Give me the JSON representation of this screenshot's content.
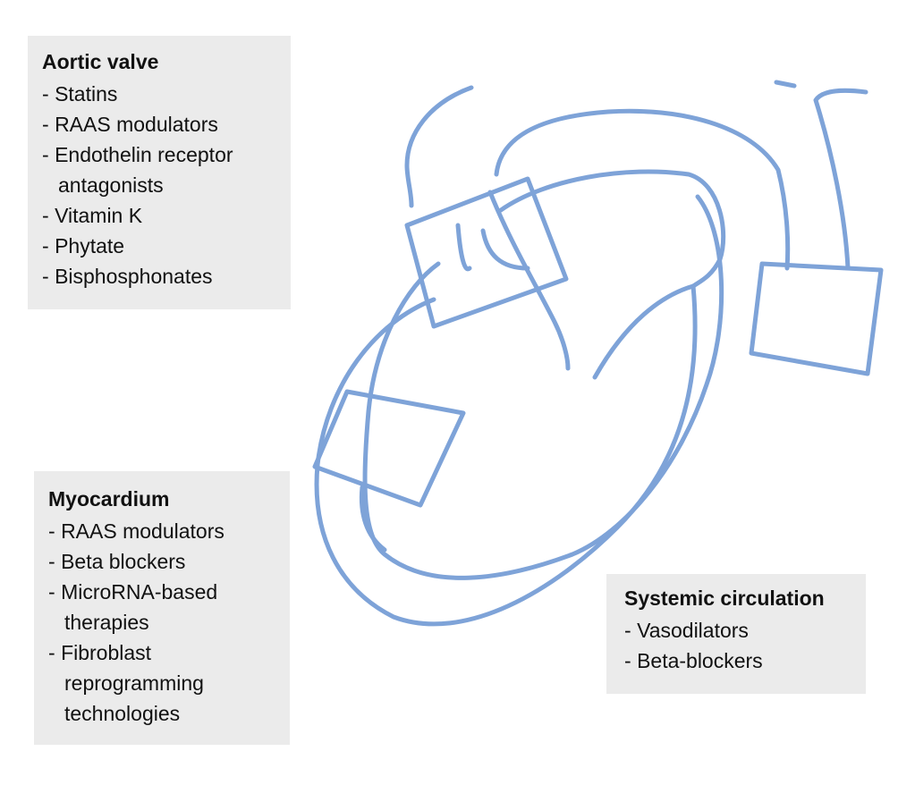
{
  "colors": {
    "sketch_stroke": "#7ea3d8",
    "box_background": "#ebebeb",
    "text": "#111111"
  },
  "boxes": {
    "aortic_valve": {
      "title": "Aortic valve",
      "items": [
        "Statins",
        "RAAS modulators",
        "Endothelin receptor antagonists",
        "Vitamin K",
        "Phytate",
        "Bisphosphonates"
      ]
    },
    "myocardium": {
      "title": "Myocardium",
      "items": [
        "RAAS modulators",
        "Beta blockers",
        "MicroRNA-based therapies",
        "Fibroblast reprogramming technologies"
      ]
    },
    "systemic_circulation": {
      "title": "Systemic circulation",
      "items": [
        "Vasodilators",
        "Beta-blockers"
      ]
    }
  }
}
